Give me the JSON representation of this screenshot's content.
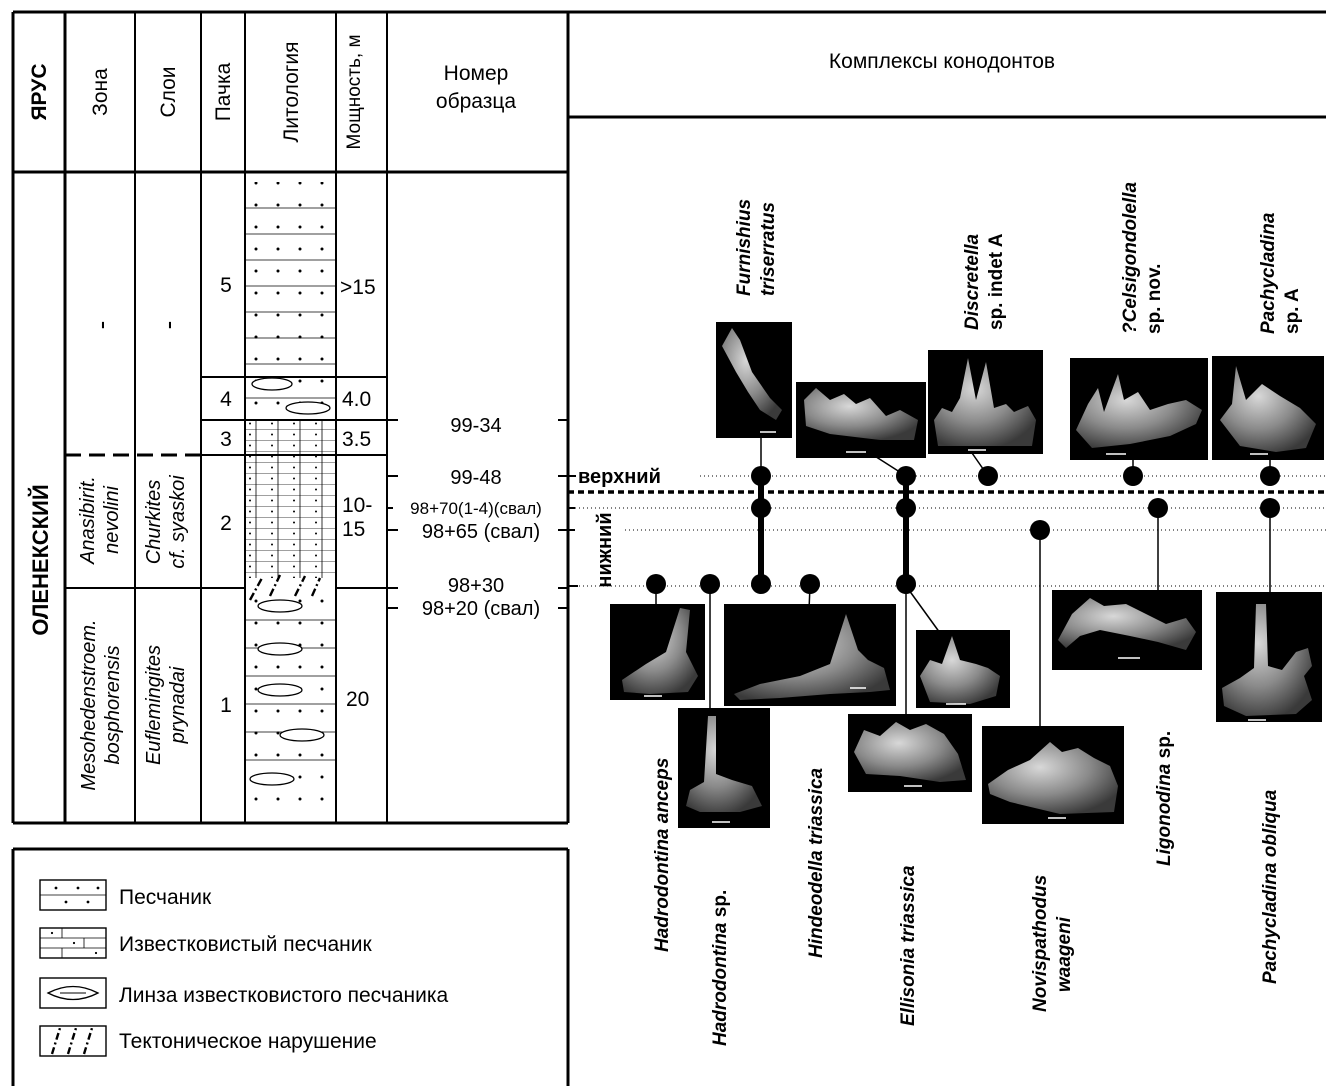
{
  "header": {
    "yarus": "ЯРУС",
    "zona": "Зона",
    "sloi": "Слои",
    "pachka": "Пачка",
    "litologiya": "Литология",
    "moshchnost": "Мощность, м",
    "nomer_line1": "Номер",
    "nomer_line2": "образца",
    "kompleksy": "Комплексы конодонтов"
  },
  "stage": "ОЛЕНЕКСКИЙ",
  "zones": {
    "upper": "-",
    "middle_line1": "Anasibirit.",
    "middle_line2": "nevolini",
    "lower_line1": "Mesohedenstroem.",
    "lower_line2": "bosphorensis"
  },
  "beds": {
    "upper": "-",
    "middle_line1": "Churkites",
    "middle_line2": "cf. syaskoi",
    "lower_line1": "Euflemingites",
    "lower_line2": "prynadai"
  },
  "packs": [
    "5",
    "4",
    "3",
    "2",
    "1"
  ],
  "thickness": [
    ">15",
    "4.0",
    "3.5",
    "10-",
    "15",
    "20"
  ],
  "samples": [
    "99-34",
    "99-48",
    "98+70(1-4)(свал)",
    "98+65 (свал)",
    "98+30",
    "98+20 (свал)"
  ],
  "substage": {
    "upper": "верхний",
    "lower": "нижний"
  },
  "taxa_top": [
    {
      "genus": "Furnishius",
      "species": "triserratus"
    },
    {
      "genus": "Discretella",
      "species": "sp. indet A"
    },
    {
      "genus": "?Celsigondolella",
      "species": "sp. nov."
    },
    {
      "genus": "Pachycladina",
      "species": "sp. A"
    }
  ],
  "taxa_bottom": [
    {
      "genus": "Hadrodontina",
      "species": "anceps"
    },
    {
      "genus": "Hadrodontina",
      "species": "sp."
    },
    {
      "genus": "Hindeodella",
      "species": "triassica"
    },
    {
      "genus": "Ellisonia",
      "species": "triassica"
    },
    {
      "genus": "Novispathodus",
      "species": "waageni"
    },
    {
      "genus": "Ligonodina",
      "species": "sp."
    },
    {
      "genus": "Pachycladina",
      "species": "obliqua"
    }
  ],
  "legend": [
    "Песчаник",
    "Известковистый песчаник",
    "Линза известковистого песчаника",
    "Тектоническое нарушение"
  ]
}
